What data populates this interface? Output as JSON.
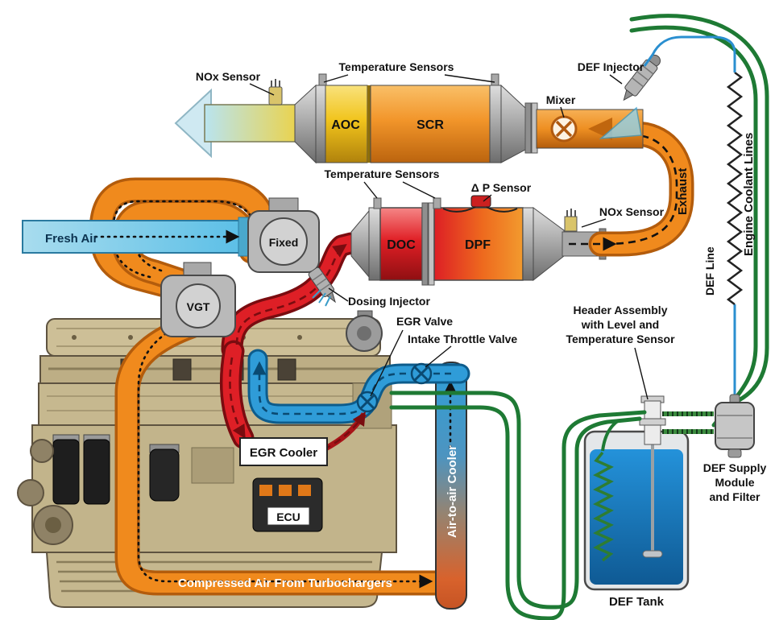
{
  "diagram": {
    "labels": {
      "nox_sensor_top": "NOx Sensor",
      "temperature_sensors_top": "Temperature Sensors",
      "def_injector": "DEF Injector",
      "mixer": "Mixer",
      "aoc": "AOC",
      "scr": "SCR",
      "temperature_sensors_mid": "Temperature Sensors",
      "delta_p_sensor": "Δ P Sensor",
      "doc": "DOC",
      "dpf": "DPF",
      "nox_sensor_mid": "NOx Sensor",
      "exhaust": "Exhaust",
      "def_line": "DEF Line",
      "engine_coolant_lines": "Engine Coolant Lines",
      "fresh_air": "Fresh Air",
      "fixed_turbo": "Fixed",
      "vgt_turbo": "VGT",
      "dosing_injector": "Dosing Injector",
      "egr_valve": "EGR Valve",
      "intake_throttle_valve": "Intake Throttle Valve",
      "egr_cooler": "EGR Cooler",
      "ecu": "ECU",
      "air_to_air_cooler": "Air-to-air Cooler",
      "compressed_air": "Compressed Air From Turbochargers",
      "header_assembly_line1": "Header Assembly",
      "header_assembly_line2": "with Level and",
      "header_assembly_line3": "Temperature Sensor",
      "def_supply_line1": "DEF Supply",
      "def_supply_line2": "Module",
      "def_supply_line3": "and Filter",
      "def_tank": "DEF Tank"
    },
    "colors": {
      "exhaust_orange": "#F08A1D",
      "hot_red": "#DE1F26",
      "charge_air_blue": "#2F9CD8",
      "coolant_green": "#1E7A34",
      "def_blue": "#2A8FD0",
      "engine_tan": "#C6B88F"
    }
  }
}
